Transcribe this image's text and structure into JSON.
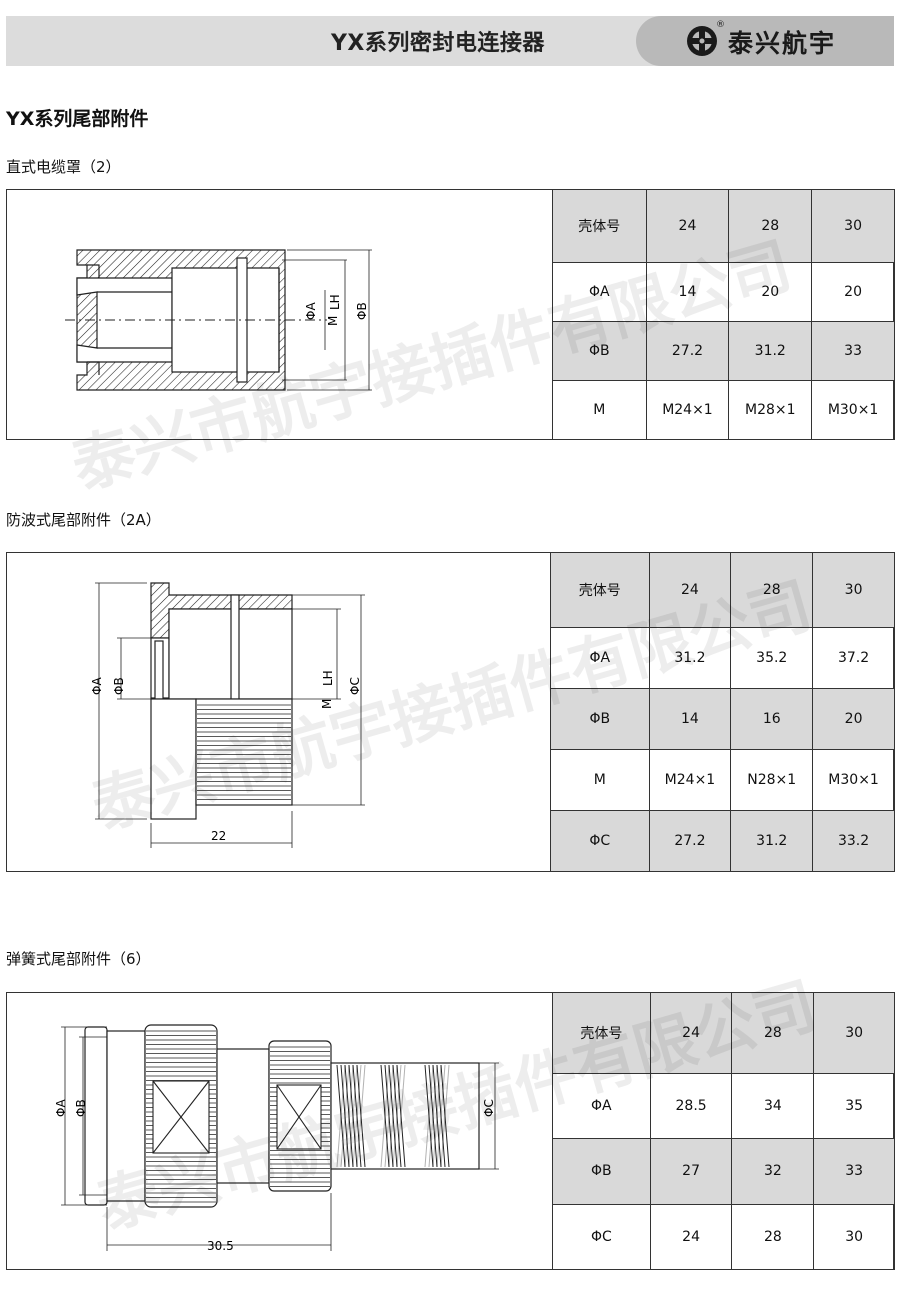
{
  "header": {
    "title": "YX系列密封电连接器",
    "brand": "泰兴航宇",
    "registered": "®"
  },
  "section_title": "YX系列尾部附件",
  "watermark": "泰兴市航宇接插件有限公司",
  "parts": [
    {
      "subtitle": "直式电缆罩（2）",
      "drawing_labels": {
        "a": "ΦA",
        "m": "M",
        "lh": "LH",
        "b": "ΦB"
      },
      "table": {
        "header": [
          "壳体号",
          "24",
          "28",
          "30"
        ],
        "rows": [
          [
            "ΦA",
            "14",
            "20",
            "20"
          ],
          [
            "ΦB",
            "27.2",
            "31.2",
            "33"
          ],
          [
            "M",
            "M24×1",
            "M28×1",
            "M30×1"
          ]
        ]
      }
    },
    {
      "subtitle": "防波式尾部附件（2A）",
      "drawing_labels": {
        "a": "ΦA",
        "b": "ΦB",
        "m": "M",
        "lh": "LH",
        "c": "ΦC",
        "dim": "22"
      },
      "table": {
        "header": [
          "壳体号",
          "24",
          "28",
          "30"
        ],
        "rows": [
          [
            "ΦA",
            "31.2",
            "35.2",
            "37.2"
          ],
          [
            "ΦB",
            "14",
            "16",
            "20"
          ],
          [
            "M",
            "M24×1",
            "N28×1",
            "M30×1"
          ],
          [
            "ΦC",
            "27.2",
            "31.2",
            "33.2"
          ]
        ]
      }
    },
    {
      "subtitle": "弹簧式尾部附件（6）",
      "drawing_labels": {
        "a": "ΦA",
        "b": "ΦB",
        "c": "ΦC",
        "dim": "30.5"
      },
      "table": {
        "header": [
          "壳体号",
          "24",
          "28",
          "30"
        ],
        "rows": [
          [
            "ΦA",
            "28.5",
            "34",
            "35"
          ],
          [
            "ΦB",
            "27",
            "32",
            "33"
          ],
          [
            "ΦC",
            "24",
            "28",
            "30"
          ]
        ]
      }
    }
  ]
}
